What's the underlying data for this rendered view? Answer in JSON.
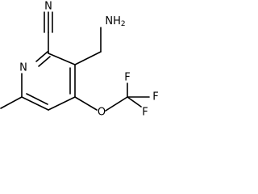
{
  "molecule": {
    "atoms": {
      "nitrile_n": "N",
      "amine": "NH2",
      "ring_n": "N",
      "ether_o": "O",
      "f1": "F",
      "f2": "F",
      "f3": "F"
    }
  },
  "colors": {
    "bond": "#000000",
    "text": "#000000",
    "background": "#ffffff"
  }
}
